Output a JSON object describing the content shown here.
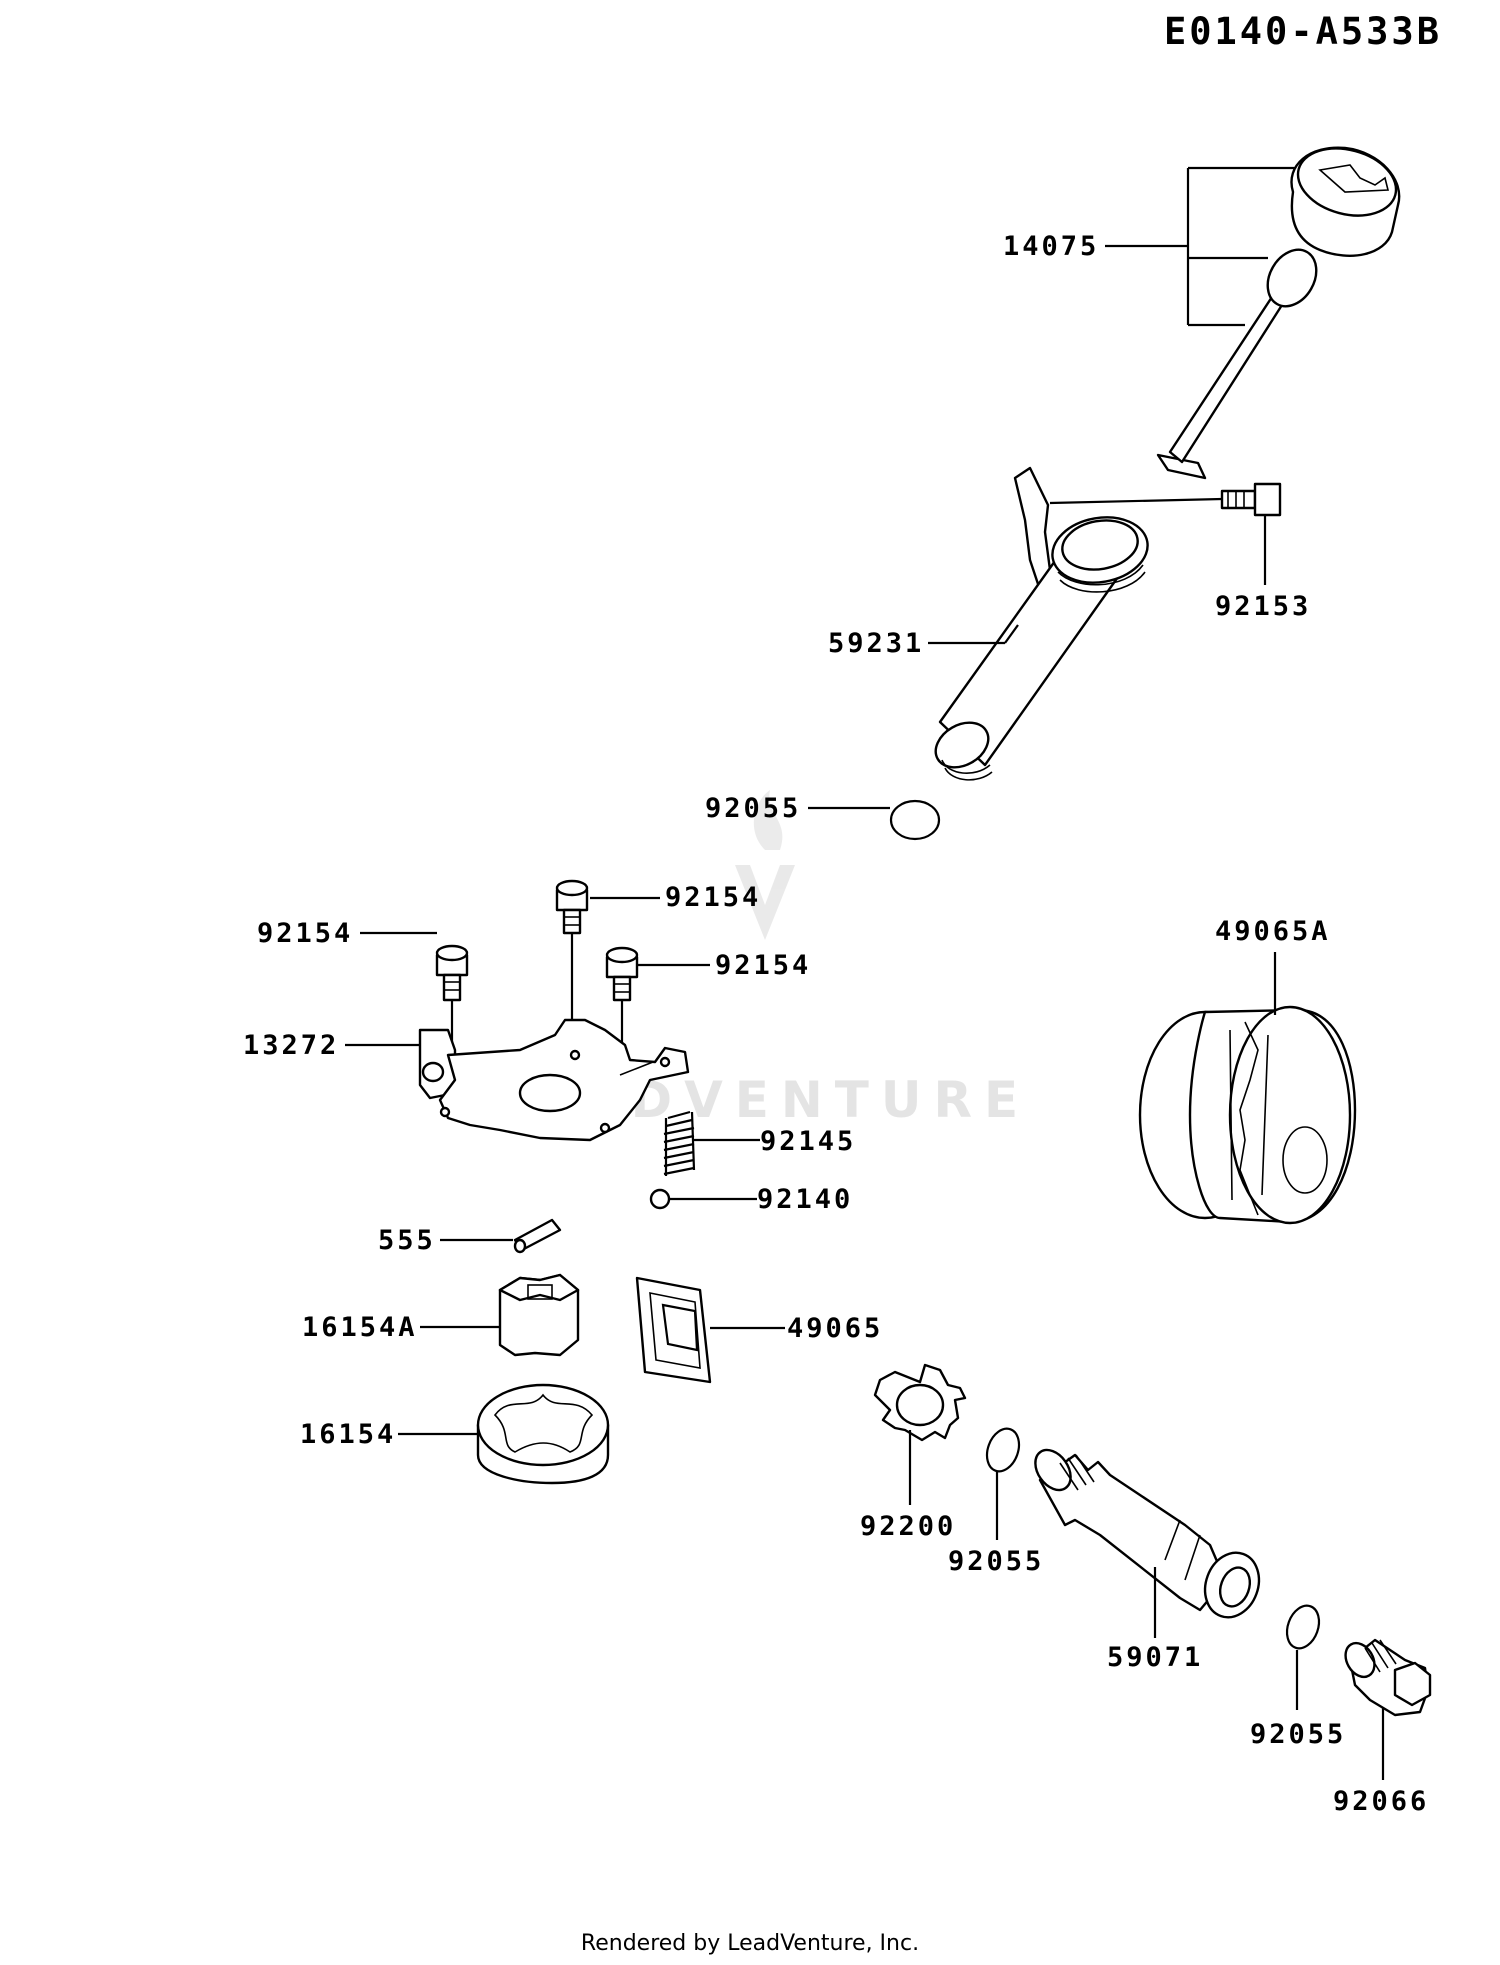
{
  "diagram_code": "E0140-A533B",
  "footer": "Rendered by LeadVenture, Inc.",
  "watermark": "LEADVENTURE",
  "parts": {
    "oil_gauge": "14075",
    "bolt_pipe": "92153",
    "oil_filler_pipe": "59231",
    "o_ring_pipe": "92055",
    "bolt_a": "92154",
    "bolt_b": "92154",
    "bolt_c": "92154",
    "pump_cover": "13272",
    "spring": "92145",
    "ball": "92140",
    "pin": "555",
    "inner_rotor": "16154A",
    "outer_rotor": "16154",
    "screen": "49065",
    "oil_filter": "49065A",
    "washer": "92200",
    "o_ring_left": "92055",
    "fitting": "59071",
    "o_ring_right": "92055",
    "plug": "92066"
  }
}
